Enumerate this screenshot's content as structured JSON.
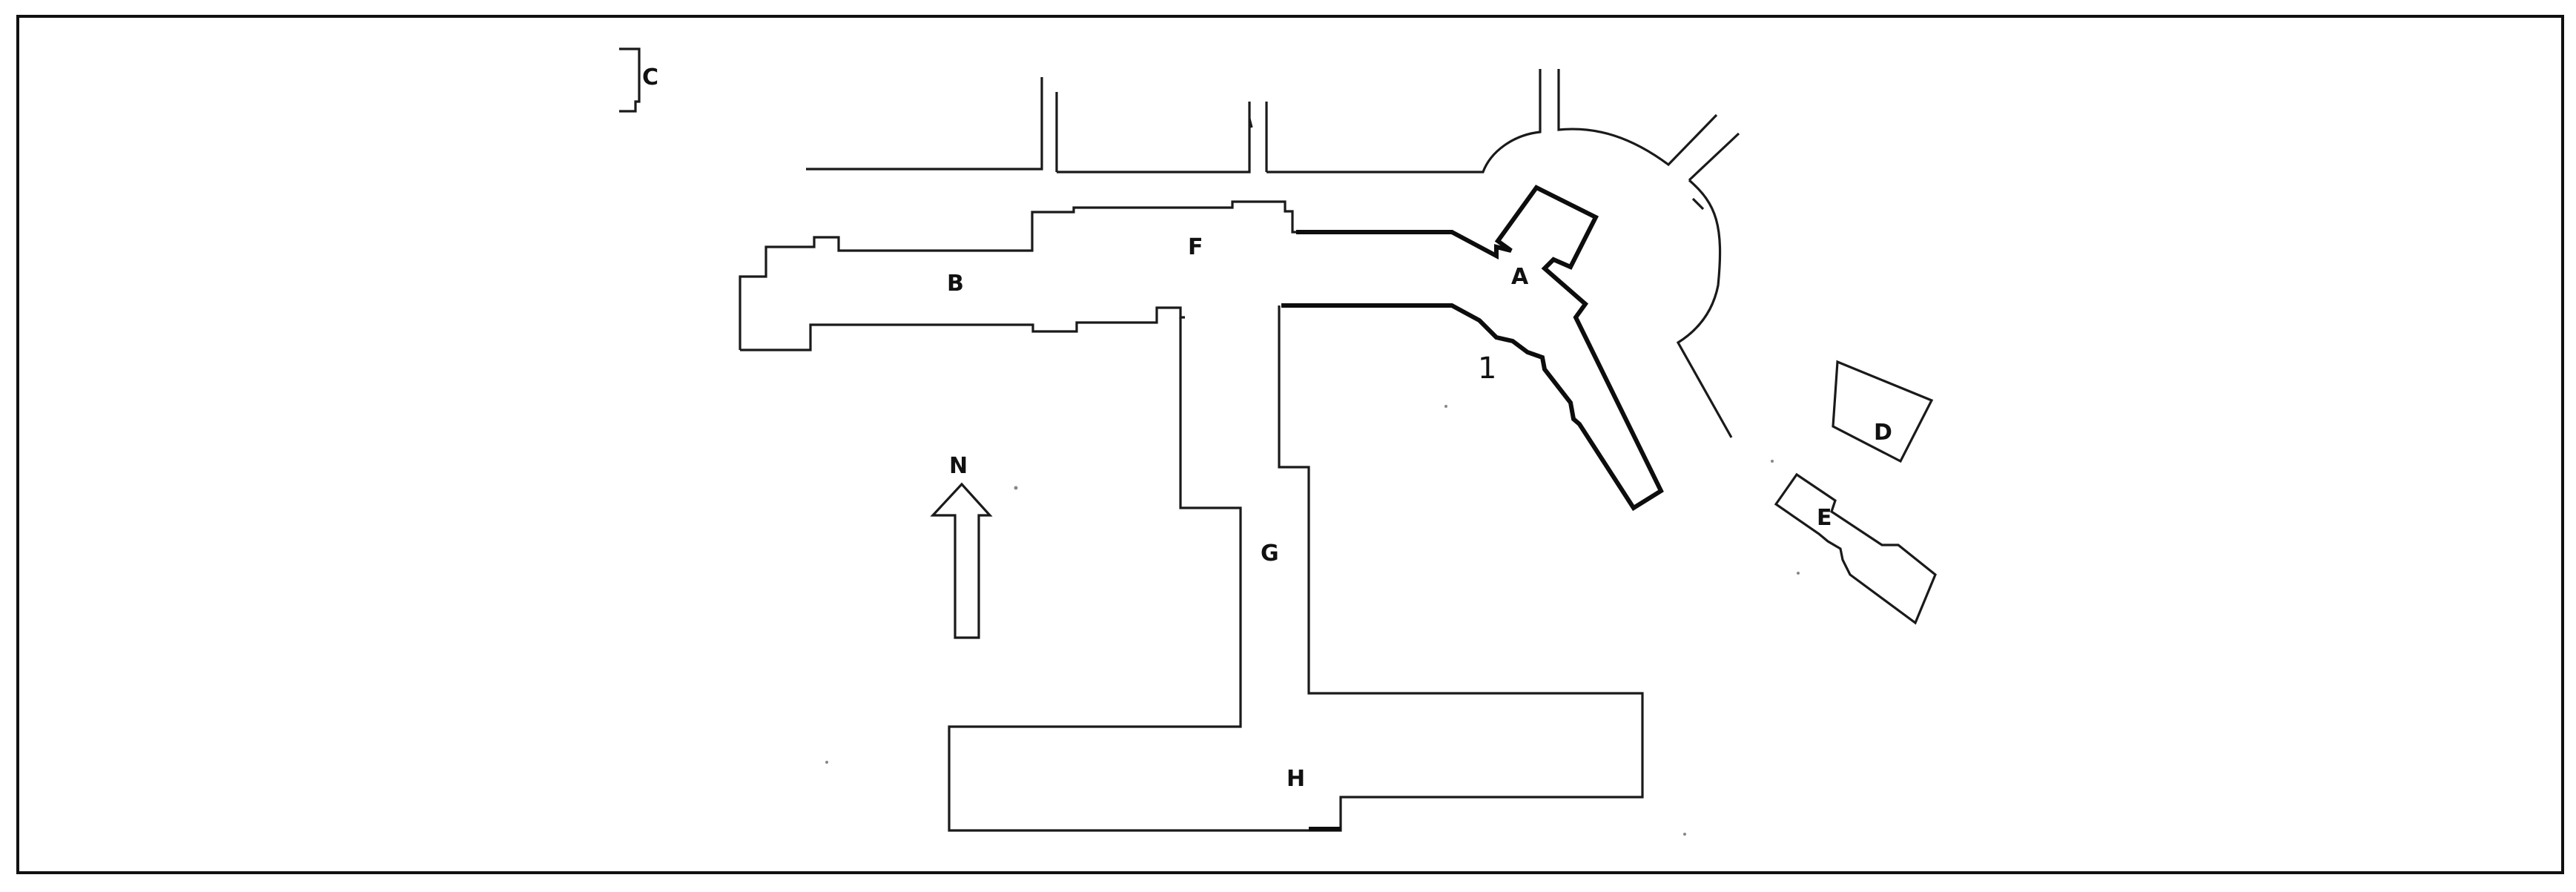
{
  "plan": {
    "labels": {
      "a": "A",
      "b": "B",
      "c": "C",
      "d": "D",
      "e": "E",
      "f": "F",
      "g": "G",
      "h": "H",
      "one": "1"
    },
    "north_arrow": {
      "label": "N",
      "icon": "north-arrow-icon"
    }
  }
}
